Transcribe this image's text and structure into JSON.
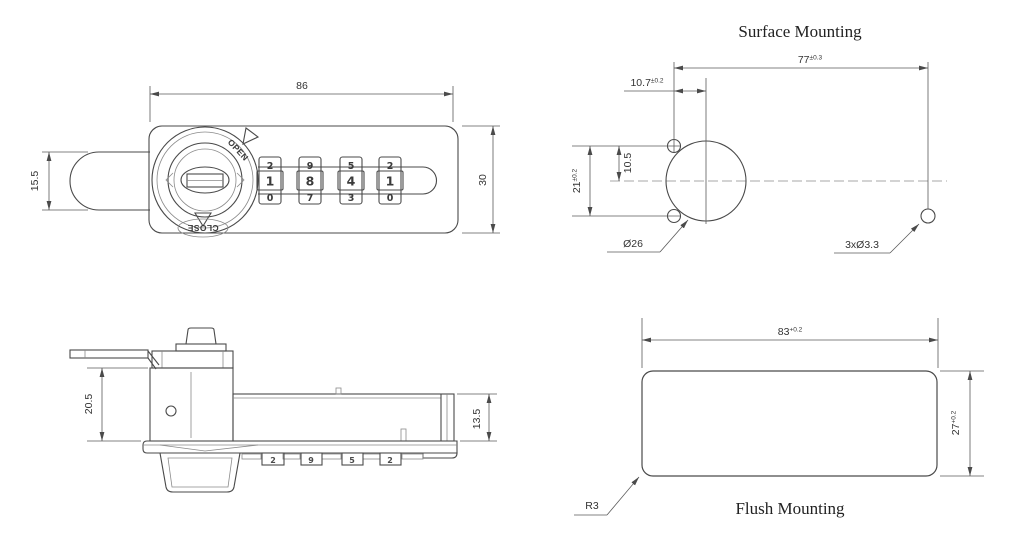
{
  "colors": {
    "background": "#ffffff",
    "line": "#4a4a4a",
    "text": "#333333"
  },
  "front_view": {
    "dim_body_width": "86",
    "dim_body_height": "30",
    "dim_latch_height": "15.5",
    "knob_open_label": "OPEN",
    "knob_close_label": "CLOSE",
    "dials": [
      [
        "2",
        "1",
        "0"
      ],
      [
        "9",
        "8",
        "7"
      ],
      [
        "5",
        "4",
        "3"
      ],
      [
        "2",
        "1",
        "0"
      ]
    ]
  },
  "surface_mounting": {
    "title": "Surface Mounting",
    "dim_span_value": "77",
    "dim_span_tol": "±0.3",
    "dim_offset_value": "10.7",
    "dim_offset_tol": "±0.2",
    "dim_half_value": "10.5",
    "dim_holes_value": "21",
    "dim_holes_tol": "±0.2",
    "label_main_hole": "Ø26",
    "label_screw_holes": "3xØ3.3"
  },
  "side_view": {
    "dim_front_height": "20.5",
    "dim_body_height": "13.5",
    "dial_edge_digits": [
      "2",
      "9",
      "5",
      "2"
    ]
  },
  "flush_mounting": {
    "title": "Flush Mounting",
    "dim_width_value": "83",
    "dim_width_tol": "+0.2",
    "dim_height_value": "27",
    "dim_height_tol": "+0.2",
    "label_corner_radius": "R3"
  }
}
